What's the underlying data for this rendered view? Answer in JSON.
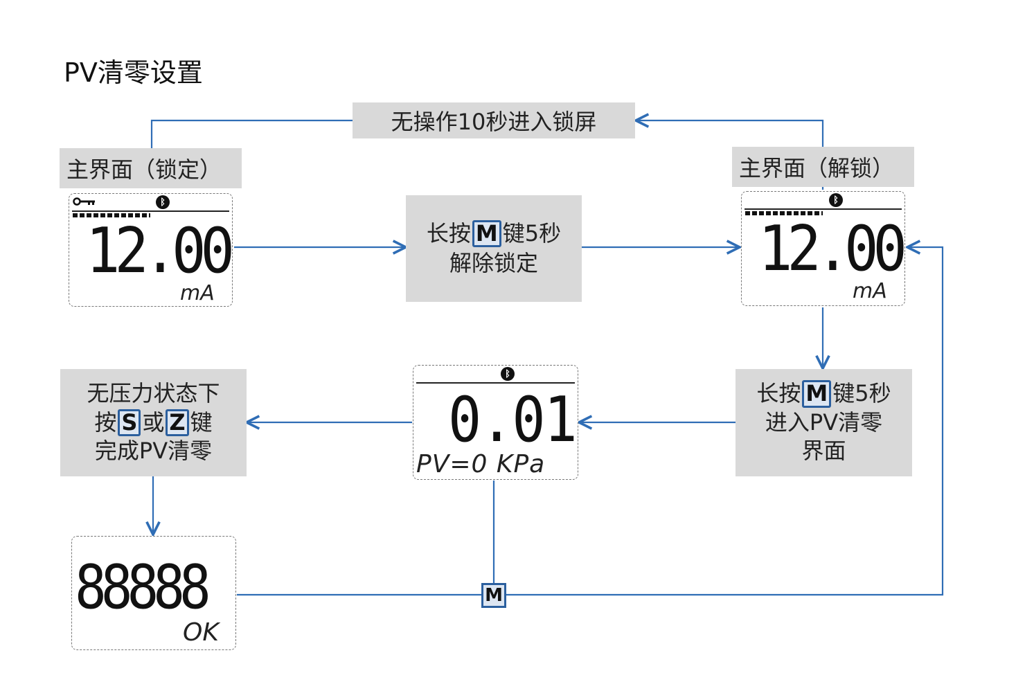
{
  "title": "PV清零设置",
  "colors": {
    "arrow": "#2f6db5",
    "box": "#d9d9d9",
    "key_border": "#2b5f9e"
  },
  "timeout_box": {
    "text": "无操作10秒进入锁屏"
  },
  "label_locked": {
    "text": "主界面（锁定）"
  },
  "label_unlocked": {
    "text": "主界面（解锁）"
  },
  "unlock_box": {
    "pre": "长按",
    "key": "M",
    "post": "键5秒",
    "line2": "解除锁定"
  },
  "enter_box": {
    "pre": "长按",
    "key": "M",
    "post": "键5秒",
    "line2": "进入PV清零",
    "line3": "界面"
  },
  "zero_box": {
    "line1": "无压力状态下",
    "pre": "按",
    "key1": "S",
    "mid": "或",
    "key2": "Z",
    "post": "键",
    "line3": "完成PV清零"
  },
  "lcd_locked": {
    "value": "12.000",
    "unit": "mA",
    "icon_key": "key-icon",
    "icon_bt": "bluetooth-icon"
  },
  "lcd_unlocked": {
    "value": "12.000",
    "unit": "mA",
    "icon_bt": "bluetooth-icon"
  },
  "lcd_pv": {
    "value": "0.018",
    "sub": "PV=0 KPa",
    "icon_bt": "bluetooth-icon"
  },
  "lcd_ok": {
    "value": "88888",
    "sub": "OK"
  },
  "m_button": {
    "label": "M"
  }
}
